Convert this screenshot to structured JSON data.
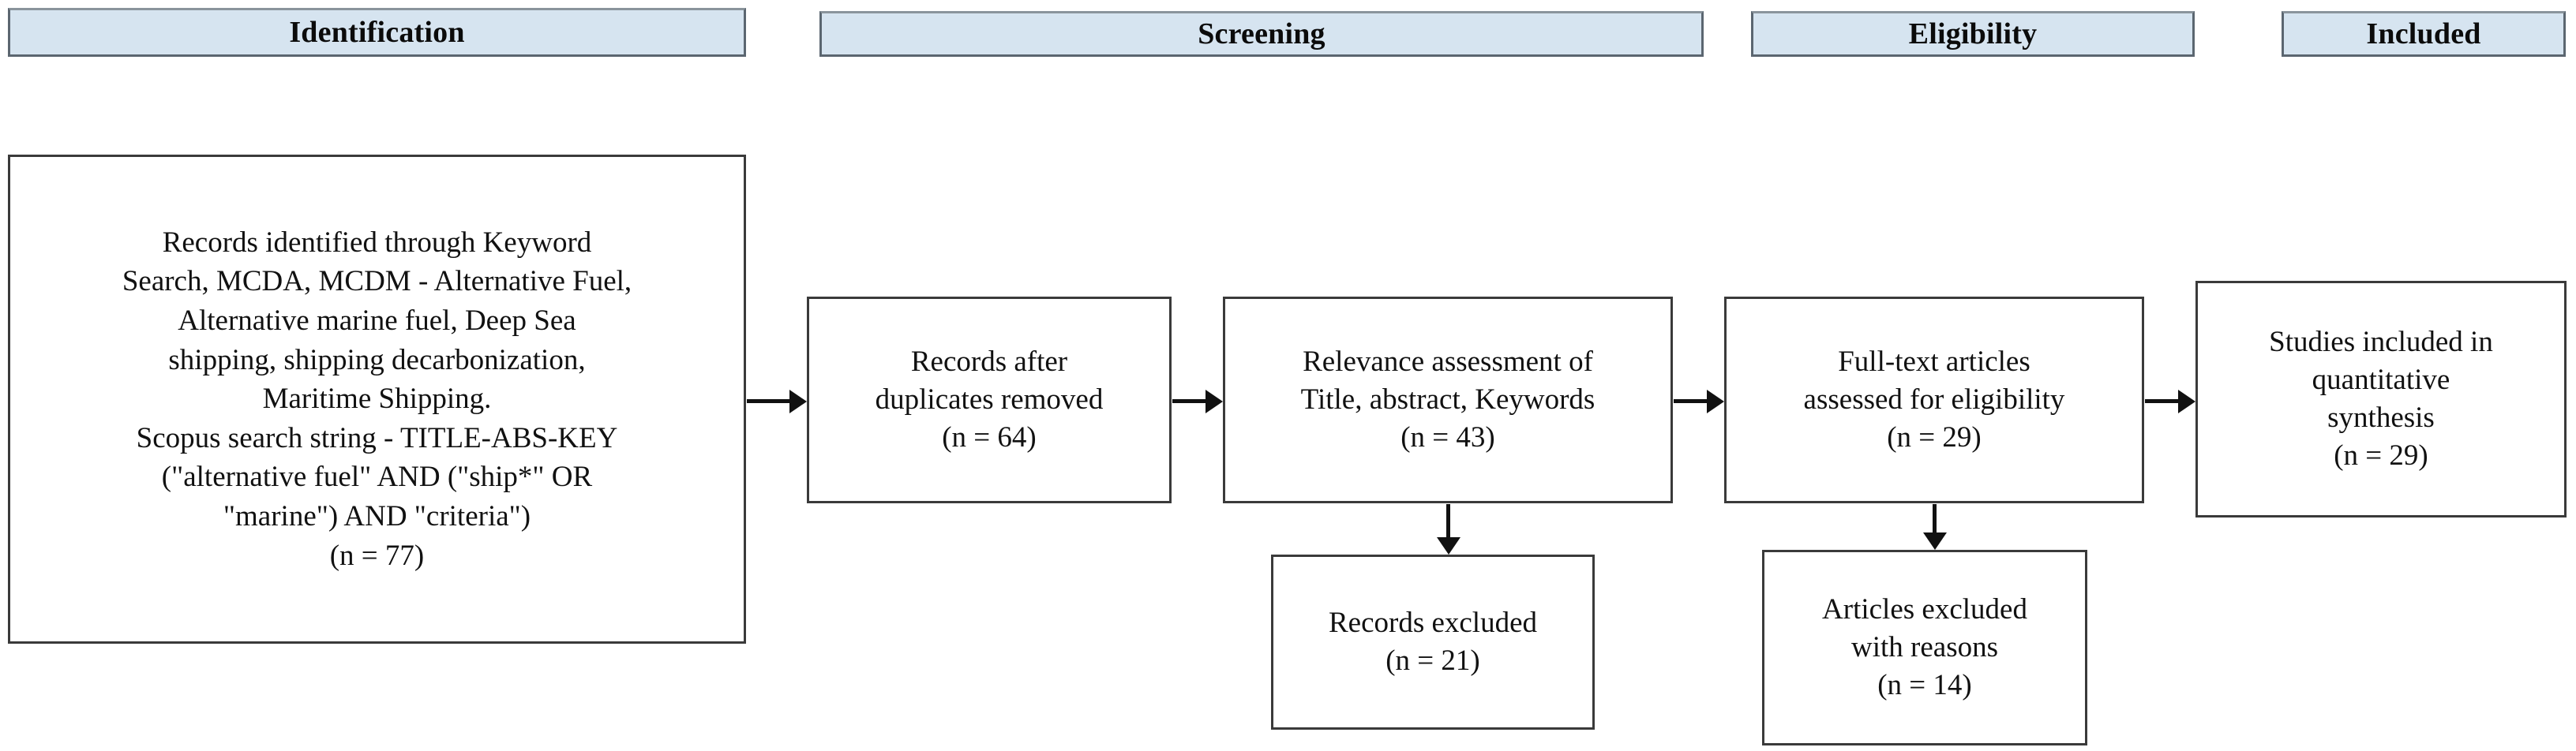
{
  "diagram": {
    "type": "prisma-flow-diagram",
    "accent_color": "#d6e4f0",
    "border_color": "#3a3a3a",
    "header_border_color": "#5b6670",
    "text_color": "#111111"
  },
  "stages": [
    {
      "id": "identification",
      "label": "Identification"
    },
    {
      "id": "screening",
      "label": "Screening"
    },
    {
      "id": "eligibility",
      "label": "Eligibility"
    },
    {
      "id": "included",
      "label": "Included"
    }
  ],
  "boxes": {
    "identification": {
      "lines": [
        "Records identified through Keyword",
        "Search, MCDA, MCDM - Alternative Fuel,",
        "Alternative marine fuel, Deep Sea",
        "shipping, shipping decarbonization,",
        "Maritime Shipping.",
        "Scopus search string - TITLE-ABS-KEY",
        "(\"alternative fuel\" AND (\"ship*\" OR",
        "\"marine\") AND \"criteria\")",
        "(n = 77)"
      ],
      "count_label": "(n = 77)",
      "count": 77
    },
    "duplicates_removed": {
      "lines": [
        "Records after",
        "duplicates removed",
        "(n = 64)"
      ],
      "count_label": "(n = 64)",
      "count": 64
    },
    "relevance_assessment": {
      "lines": [
        "Relevance assessment of",
        "Title, abstract, Keywords",
        "(n = 43)"
      ],
      "count_label": "(n = 43)",
      "count": 43
    },
    "full_text_assessed": {
      "lines": [
        "Full-text articles",
        "assessed for eligibility",
        "(n = 29)"
      ],
      "count_label": "(n = 29)",
      "count": 29
    },
    "studies_included": {
      "lines": [
        "Studies included in",
        "quantitative",
        "synthesis",
        "(n = 29)"
      ],
      "count_label": "(n = 29)",
      "count": 29
    },
    "records_excluded": {
      "lines": [
        "Records excluded",
        "(n = 21)"
      ],
      "count_label": "(n = 21)",
      "count": 21
    },
    "articles_excluded": {
      "lines": [
        "Articles excluded",
        "with reasons",
        "(n = 14)"
      ],
      "count_label": "(n = 14)",
      "count": 14
    }
  }
}
